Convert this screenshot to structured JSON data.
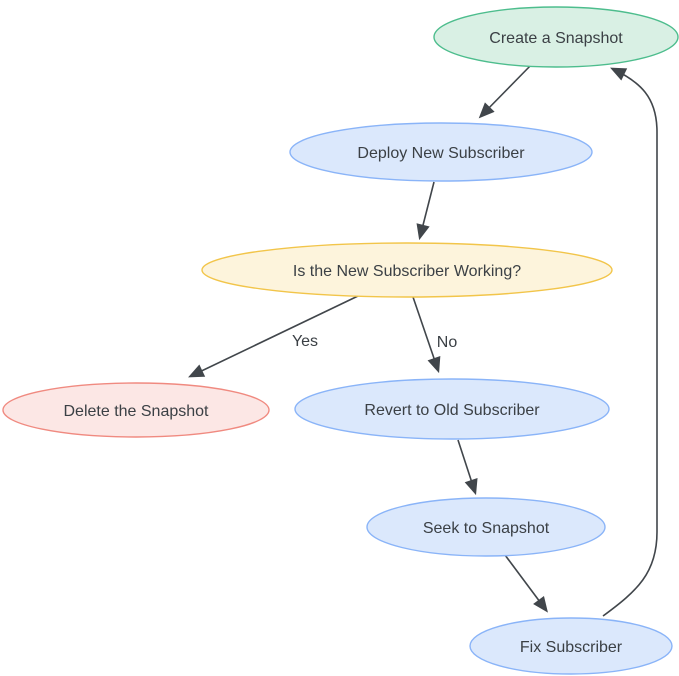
{
  "diagram": {
    "type": "flowchart",
    "colors": {
      "edge": "#41464b",
      "text": "#3b4045",
      "background": "#ffffff"
    },
    "nodes": [
      {
        "id": "create",
        "label": "Create a Snapshot",
        "fill": "#d9f0e4",
        "stroke": "#4dbd8d"
      },
      {
        "id": "deploy",
        "label": "Deploy New Subscriber",
        "fill": "#dbe8fc",
        "stroke": "#8ab4f8"
      },
      {
        "id": "working",
        "label": "Is the New Subscriber Working?",
        "fill": "#fdf4dc",
        "stroke": "#f2c54a"
      },
      {
        "id": "delete",
        "label": "Delete the Snapshot",
        "fill": "#fce7e5",
        "stroke": "#f08a80"
      },
      {
        "id": "revert",
        "label": "Revert to Old Subscriber",
        "fill": "#dbe8fc",
        "stroke": "#8ab4f8"
      },
      {
        "id": "seek",
        "label": "Seek to Snapshot",
        "fill": "#dbe8fc",
        "stroke": "#8ab4f8"
      },
      {
        "id": "fix",
        "label": "Fix Subscriber",
        "fill": "#dbe8fc",
        "stroke": "#8ab4f8"
      }
    ],
    "edges": [
      {
        "from": "Create a Snapshot",
        "to": "Deploy New Subscriber",
        "label": ""
      },
      {
        "from": "Deploy New Subscriber",
        "to": "Is the New Subscriber Working?",
        "label": ""
      },
      {
        "from": "Is the New Subscriber Working?",
        "to": "Delete the Snapshot",
        "label": "Yes"
      },
      {
        "from": "Is the New Subscriber Working?",
        "to": "Revert to Old Subscriber",
        "label": "No"
      },
      {
        "from": "Revert to Old Subscriber",
        "to": "Seek to Snapshot",
        "label": ""
      },
      {
        "from": "Seek to Snapshot",
        "to": "Fix Subscriber",
        "label": ""
      },
      {
        "from": "Fix Subscriber",
        "to": "Create a Snapshot",
        "label": ""
      }
    ]
  }
}
